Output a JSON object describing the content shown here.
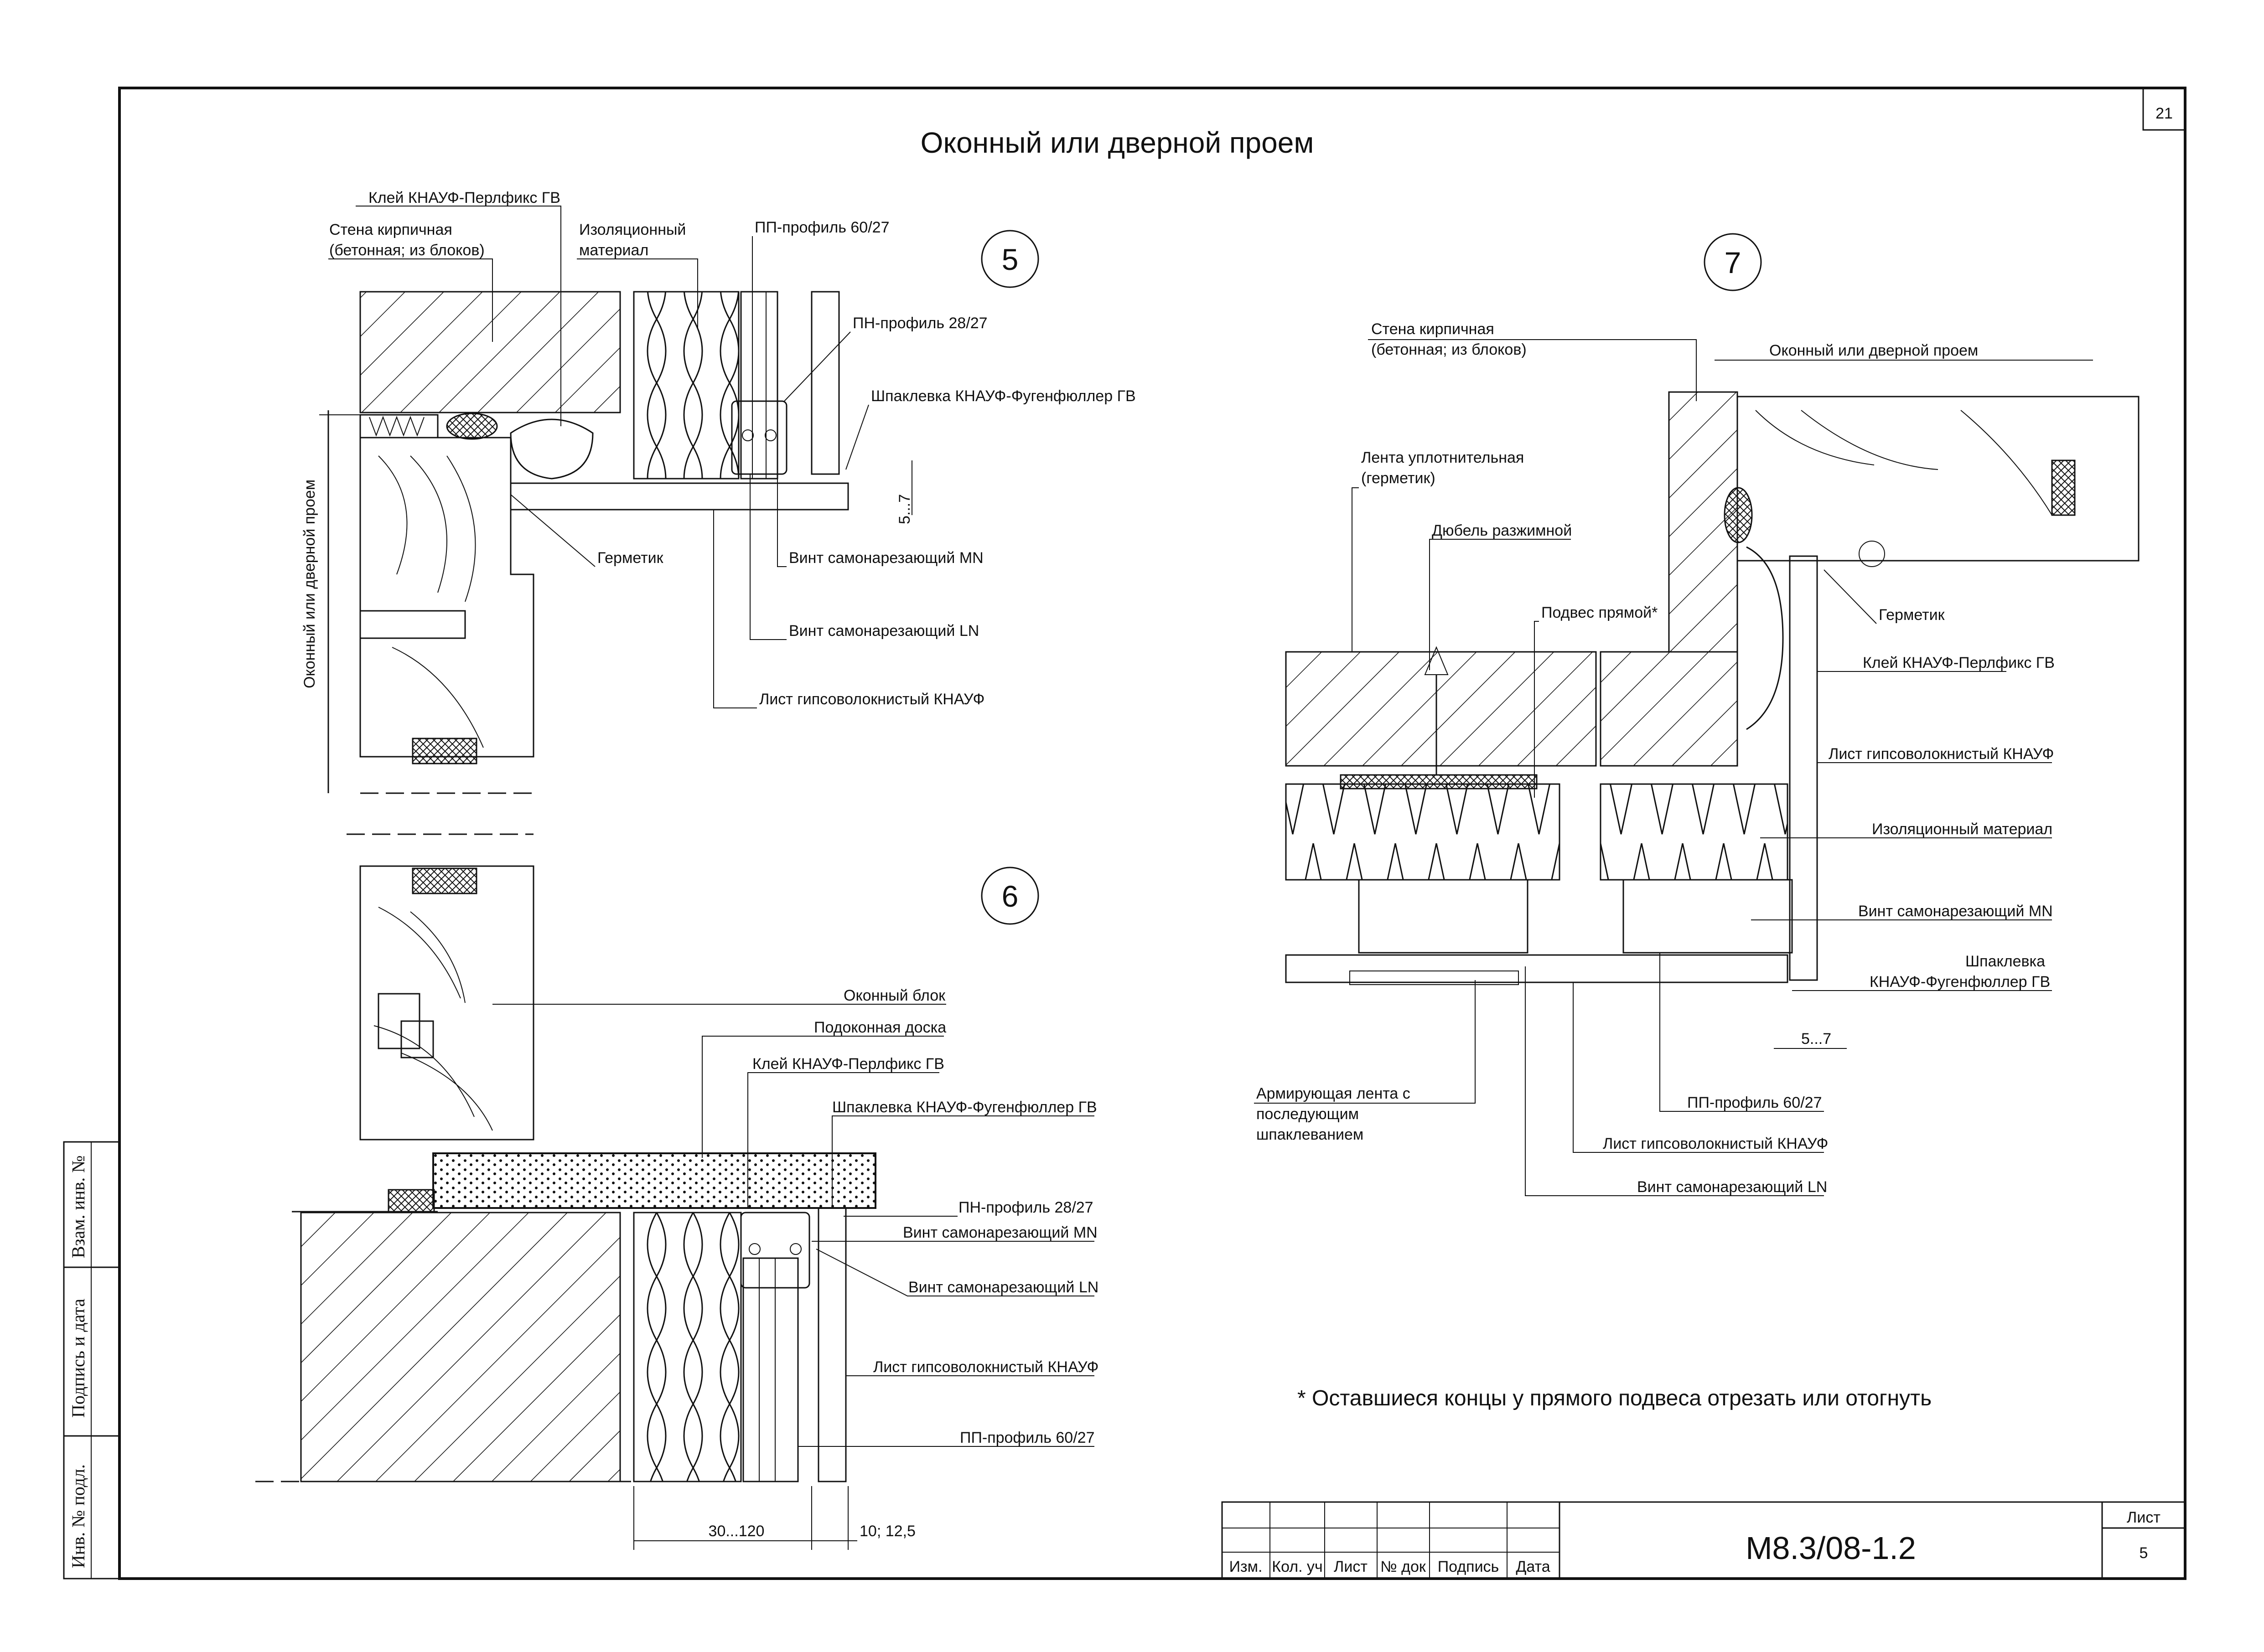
{
  "sheet": {
    "title": "Оконный или дверной проем",
    "page_number": "21",
    "drawing_code": "М8.3/08-1.2",
    "sheet_label": "Лист",
    "sheet_number": "5",
    "footnote": "* Оставшиеся концы у прямого подвеса отрезать или отогнуть"
  },
  "title_block": {
    "columns": [
      "Изм.",
      "Кол. уч",
      "Лист",
      "№ док",
      "Подпись",
      "Дата"
    ]
  },
  "side_stamp": {
    "cells": [
      "Взам. инв. №",
      "Подпись и дата",
      "Инв. № подл."
    ]
  },
  "detail5": {
    "number": "5",
    "labels": {
      "glue": "Клей КНАУФ-Перлфикс ГВ",
      "wall_1": "Стена кирпичная",
      "wall_2": "(бетонная; из блоков)",
      "insulation_1": "Изоляционный",
      "insulation_2": "материал",
      "pp_profile": "ПП-профиль 60/27",
      "pn_profile": "ПН-профиль 28/27",
      "putty": "Шпаклевка КНАУФ-Фугенфюллер ГВ",
      "sealant": "Герметик",
      "screw_mn": "Винт самонарезающий MN",
      "screw_ln": "Винт самонарезающий LN",
      "sheet": "Лист гипсоволокнистый КНАУФ",
      "opening": "Оконный или дверной проем",
      "dim": "5...7"
    }
  },
  "detail6": {
    "number": "6",
    "labels": {
      "window_block": "Оконный блок",
      "sill": "Подоконная доска",
      "glue": "Клей КНАУФ-Перлфикс ГВ",
      "putty": "Шпаклевка КНАУФ-Фугенфюллер ГВ",
      "pn_profile": "ПН-профиль 28/27",
      "screw_mn": "Винт самонарезающий MN",
      "screw_ln": "Винт самонарезающий LN",
      "sheet": "Лист гипсоволокнистый КНАУФ",
      "pp_profile": "ПП-профиль 60/27",
      "dim_1": "30...120",
      "dim_2": "10; 12,5"
    }
  },
  "detail7": {
    "number": "7",
    "labels": {
      "wall_1": "Стена кирпичная",
      "wall_2": "(бетонная; из блоков)",
      "opening": "Оконный или дверной проем",
      "tape_1": "Лента уплотнительная",
      "tape_2": "(герметик)",
      "dowel": "Дюбель разжимной",
      "hanger": "Подвес прямой*",
      "sealant": "Герметик",
      "glue": "Клей КНАУФ-Перлфикс ГВ",
      "sheet": "Лист гипсоволокнистый КНАУФ",
      "insulation": "Изоляционный материал",
      "screw_mn": "Винт самонарезающий MN",
      "putty_1": "Шпаклевка",
      "putty_2": "КНАУФ-Фугенфюллер ГВ",
      "dim": "5...7",
      "reinf_1": "Армирующая лента с",
      "reinf_2": "последующим",
      "reinf_3": "шпаклеванием",
      "pp_profile": "ПП-профиль 60/27",
      "sheet_2": "Лист гипсоволокнистый КНАУФ",
      "screw_ln": "Винт самонарезающий LN"
    }
  }
}
